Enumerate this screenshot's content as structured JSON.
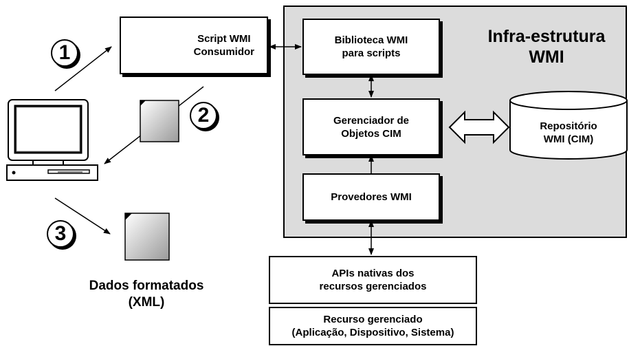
{
  "infra": {
    "title_line1": "Infra-estrutura",
    "title_line2": "WMI"
  },
  "consumer": {
    "line1": "Script WMI",
    "line2": "Consumidor"
  },
  "library": {
    "line1": "Biblioteca WMI",
    "line2": "para scripts"
  },
  "object_manager": {
    "line1": "Gerenciador de",
    "line2": "Objetos CIM"
  },
  "providers": {
    "label": "Provedores WMI"
  },
  "repository": {
    "line1": "Repositório",
    "line2": "WMI (CIM)"
  },
  "native_apis": {
    "line1": "APIs nativas dos",
    "line2": "recursos gerenciados"
  },
  "resource": {
    "line1": "Recurso gerenciado",
    "line2": "(Aplicação, Dispositivo, Sistema)"
  },
  "steps": {
    "one": "1",
    "two": "2",
    "three": "3"
  },
  "output": {
    "line1": "Dados formatados",
    "line2": "(XML)"
  }
}
